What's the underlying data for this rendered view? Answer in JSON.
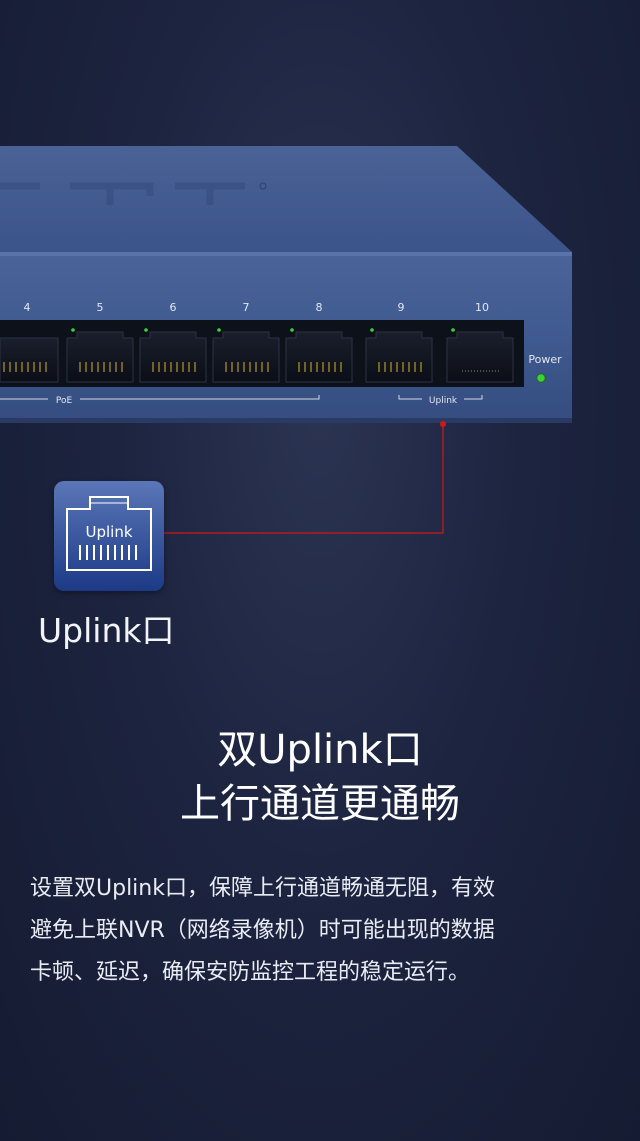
{
  "device": {
    "port_numbers": [
      "4",
      "5",
      "6",
      "7",
      "8",
      "9",
      "10"
    ],
    "poe_label": "PoE",
    "uplink_label": "Uplink",
    "power_label": "Power",
    "colors": {
      "led": "#3bd13b",
      "connector": "#d01818",
      "body": "#3f5b96"
    }
  },
  "icon_tile": {
    "text": "Uplink",
    "icon": "rj45-port-icon"
  },
  "caption": "Uplink口",
  "headline": {
    "line1": "双Uplink口",
    "line2": "上行通道更通畅"
  },
  "description": {
    "line1": "设置双Uplink口，保障上行通道畅通无阻，有效",
    "line2": "避免上联NVR（网络录像机）时可能出现的数据",
    "line3": "卡顿、延迟，确保安防监控工程的稳定运行。"
  }
}
